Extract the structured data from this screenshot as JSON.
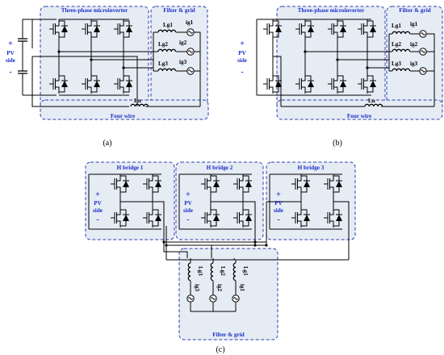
{
  "panel_a": {
    "caption": "(a)",
    "inverter_label": "Three-phase microinverter",
    "filter_label": "Filter & grid",
    "pv_plus": "+",
    "pv_label_1": "PV",
    "pv_label_2": "side",
    "pv_minus": "-",
    "inductors": [
      "Lg1",
      "Lg2",
      "Lg3"
    ],
    "currents": [
      "ig1",
      "ig2",
      "ig3"
    ],
    "neutral_inductor": "Ln",
    "wire_label": "Four wire"
  },
  "panel_b": {
    "caption": "(b)",
    "inverter_label": "Three-phase microinverter",
    "filter_label": "Filter & grid",
    "pv_plus": "+",
    "pv_label_1": "PV",
    "pv_label_2": "side",
    "pv_minus": "-",
    "inductors": [
      "Lg1",
      "Lg2",
      "Lg3"
    ],
    "currents": [
      "ig1",
      "ig2",
      "ig3"
    ],
    "neutral_inductor": "Ln",
    "wire_label": "Four wire"
  },
  "panel_c": {
    "caption": "(c)",
    "bridges": [
      {
        "label": "H bridge 1",
        "pv_plus": "+",
        "pv_label_1": "PV",
        "pv_label_2": "side",
        "pv_minus": "-"
      },
      {
        "label": "H bridge 2",
        "pv_plus": "+",
        "pv_label_1": "PV",
        "pv_label_2": "side",
        "pv_minus": "-"
      },
      {
        "label": "H bridge 3",
        "pv_plus": "+",
        "pv_label_1": "PV",
        "pv_label_2": "side",
        "pv_minus": "-"
      }
    ],
    "inductors": [
      "Lg3",
      "Lg2",
      "Lg1"
    ],
    "currents": [
      "ig3",
      "ig2",
      "ig1"
    ],
    "filter_label": "Filter & grid"
  }
}
